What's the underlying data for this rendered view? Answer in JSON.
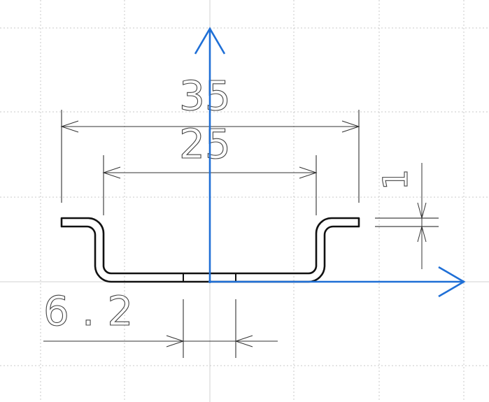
{
  "drawing": {
    "dimensions": {
      "overall_width": "35",
      "inner_width": "25",
      "slot_width": "6.2",
      "thickness": "1"
    },
    "colors": {
      "axis": "#1f6fd6",
      "geometry": "#111111",
      "dimension": "#333333",
      "grid": "#c8c8c8"
    },
    "axes": [
      "x-axis-arrow",
      "y-axis-arrow"
    ]
  }
}
